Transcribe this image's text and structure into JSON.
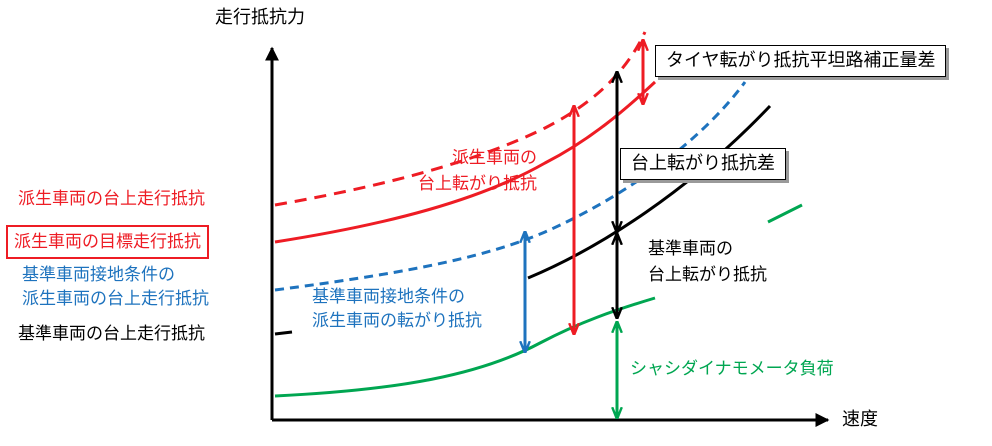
{
  "axes": {
    "y_label": "走行抵抗力",
    "x_label": "速度"
  },
  "curve_labels": {
    "derived_bench": "派生車両の台上走行抵抗",
    "derived_target": "派生車両の目標走行抵抗",
    "base_contact_line1": "基準車両接地条件の",
    "base_contact_line2": "派生車両の台上走行抵抗",
    "base_bench": "基準車両の台上走行抵抗"
  },
  "annotations": {
    "tire_flat_correction": "タイヤ転がり抵抗平坦路補正量差",
    "bench_rolling_diff": "台上転がり抵抗差",
    "derived_rolling_line1": "派生車両の",
    "derived_rolling_line2": "台上転がり抵抗",
    "base_contact_rolling_line1": "基準車両接地条件の",
    "base_contact_rolling_line2": "派生車両の転がり抵抗",
    "base_rolling_line1": "基準車両の",
    "base_rolling_line2": "台上転がり抵抗",
    "dyno_load": "シャシダイナモメータ負荷"
  },
  "colors": {
    "red": "#ee1c24",
    "blue": "#1e73be",
    "black": "#000000",
    "green": "#00a651"
  }
}
